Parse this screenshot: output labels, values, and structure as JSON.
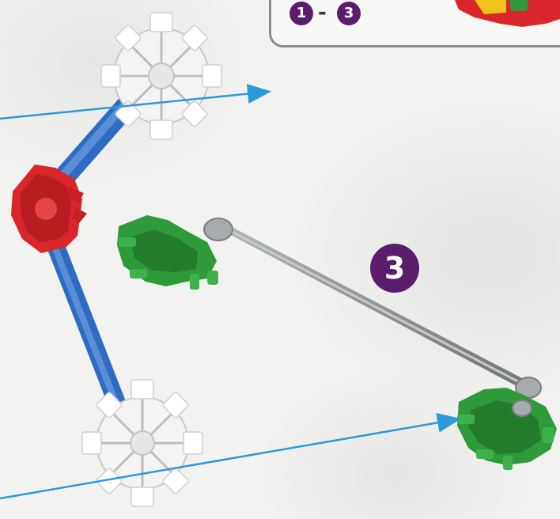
{
  "range_callout": {
    "start_step": "1",
    "separator": "-",
    "end_step": "3"
  },
  "current_step": "3",
  "colors": {
    "step_badge": "#5a1d6b",
    "arrow": "#2a9ad8",
    "rod_blue": "#2d6cc0",
    "rod_gray": "#8f9396",
    "connector_red": "#d8262b",
    "connector_green": "#2f9a3a",
    "connector_white": "#f4f4f4"
  }
}
